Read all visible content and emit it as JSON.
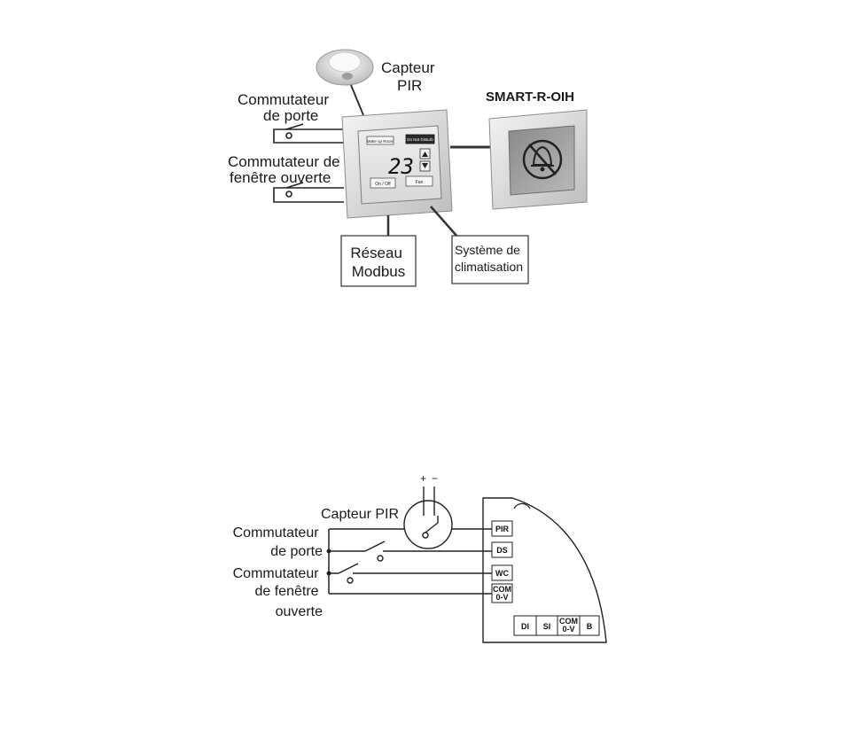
{
  "top": {
    "sensor_label": [
      "Capteur",
      "PIR"
    ],
    "door_switch_label": [
      "Commutateur",
      "de porte"
    ],
    "window_switch_label": [
      "Commutateur de",
      "fenêtre ouverte"
    ],
    "product_name": "SMART-R-OIH",
    "network_box": [
      "Réseau",
      "Modbus"
    ],
    "hvac_box": [
      "Système de",
      "climatisation"
    ],
    "thermostat": {
      "temperature": "23",
      "btn_top_left": "Make up Room",
      "btn_top_right": "Do Not Disturb",
      "btn_bottom_left": "On / Off",
      "btn_bottom_right": "Fan"
    }
  },
  "bottom": {
    "sensor_label": "Capteur PIR",
    "sensor_polarity": [
      "+",
      "−"
    ],
    "door_switch_label": [
      "Commutateur",
      "de porte"
    ],
    "window_switch_label": [
      "Commutateur",
      "de fenêtre",
      "ouverte"
    ],
    "terminals_right": [
      "PIR",
      "DS",
      "WC",
      "COM",
      "0-V"
    ],
    "terminals_bottom": [
      "DI",
      "SI",
      "COM",
      "0-V",
      "B"
    ]
  }
}
